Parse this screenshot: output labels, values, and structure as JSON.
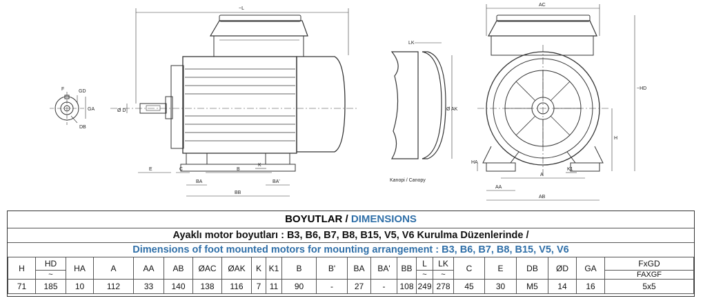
{
  "drawing": {
    "dim_labels": {
      "L": "~L",
      "HD": "~HD",
      "E": "E",
      "C": "C",
      "B": "B",
      "K": "K",
      "BA": "BA",
      "BA_prime": "BA'",
      "BB": "BB",
      "D": "Ø D",
      "F": "F",
      "GD": "GD",
      "GA": "GA",
      "DB": "DB",
      "LK": "LK",
      "AK": "Ø AK",
      "AC": "AC",
      "H": "H",
      "HA": "HA",
      "A": "A",
      "K1": "K1",
      "AA": "AA",
      "AB": "AB"
    },
    "canopy_caption": "Kanopi / Canopy"
  },
  "table": {
    "title_tr": "BOYUTLAR /",
    "title_en": "DIMENSIONS",
    "subtitle_tr": "Ayaklı motor boyutları : B3, B6, B7, B8, B15, V5, V6 Kurulma Düzenlerinde /",
    "subtitle_en": "Dimensions of foot mounted motors for mounting arrangement : B3, B6, B7, B8, B15, V5, V6",
    "columns": [
      {
        "label": "H"
      },
      {
        "label": "HD",
        "sub": "~"
      },
      {
        "label": "HA"
      },
      {
        "label": "A"
      },
      {
        "label": "AA"
      },
      {
        "label": "AB"
      },
      {
        "label": "ØAC"
      },
      {
        "label": "ØAK"
      },
      {
        "label": "K"
      },
      {
        "label": "K1"
      },
      {
        "label": "B"
      },
      {
        "label": "B'"
      },
      {
        "label": "BA"
      },
      {
        "label": "BA'"
      },
      {
        "label": "BB"
      },
      {
        "label": "L",
        "sub": "~"
      },
      {
        "label": "LK",
        "sub": "~"
      },
      {
        "label": "C"
      },
      {
        "label": "E"
      },
      {
        "label": "DB"
      },
      {
        "label": "ØD"
      },
      {
        "label": "GA"
      },
      {
        "label": "FxGD",
        "sub": "FAXGF"
      }
    ],
    "values": [
      "71",
      "185",
      "10",
      "112",
      "33",
      "140",
      "138",
      "116",
      "7",
      "11",
      "90",
      "-",
      "27",
      "-",
      "108",
      "249",
      "278",
      "45",
      "30",
      "M5",
      "14",
      "16",
      "5x5"
    ]
  }
}
